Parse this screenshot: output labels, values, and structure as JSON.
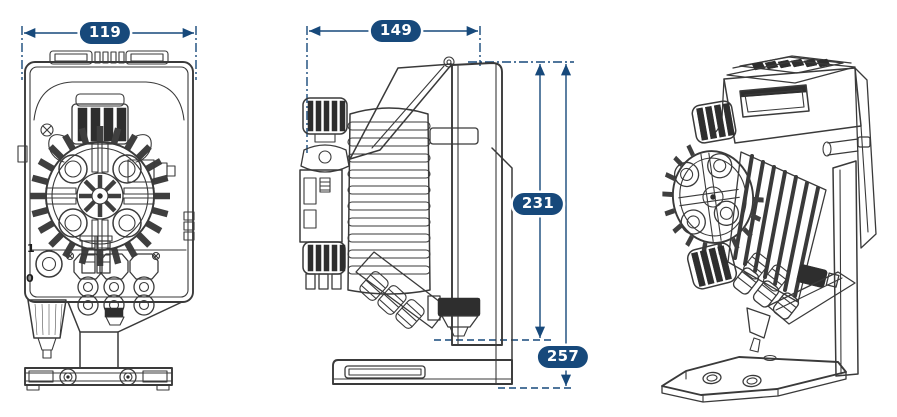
{
  "dimensions": {
    "front_width": "119",
    "side_depth": "149",
    "height_to_injection_valve": "231",
    "overall_height": "257"
  },
  "front_view": {
    "power_switch_on_label": "1",
    "power_switch_off_label": "0"
  },
  "colors": {
    "dimension_accent": "#17497b",
    "badge_text": "#ffffff",
    "line_art": "#3a3a3a",
    "background": "#ffffff"
  }
}
